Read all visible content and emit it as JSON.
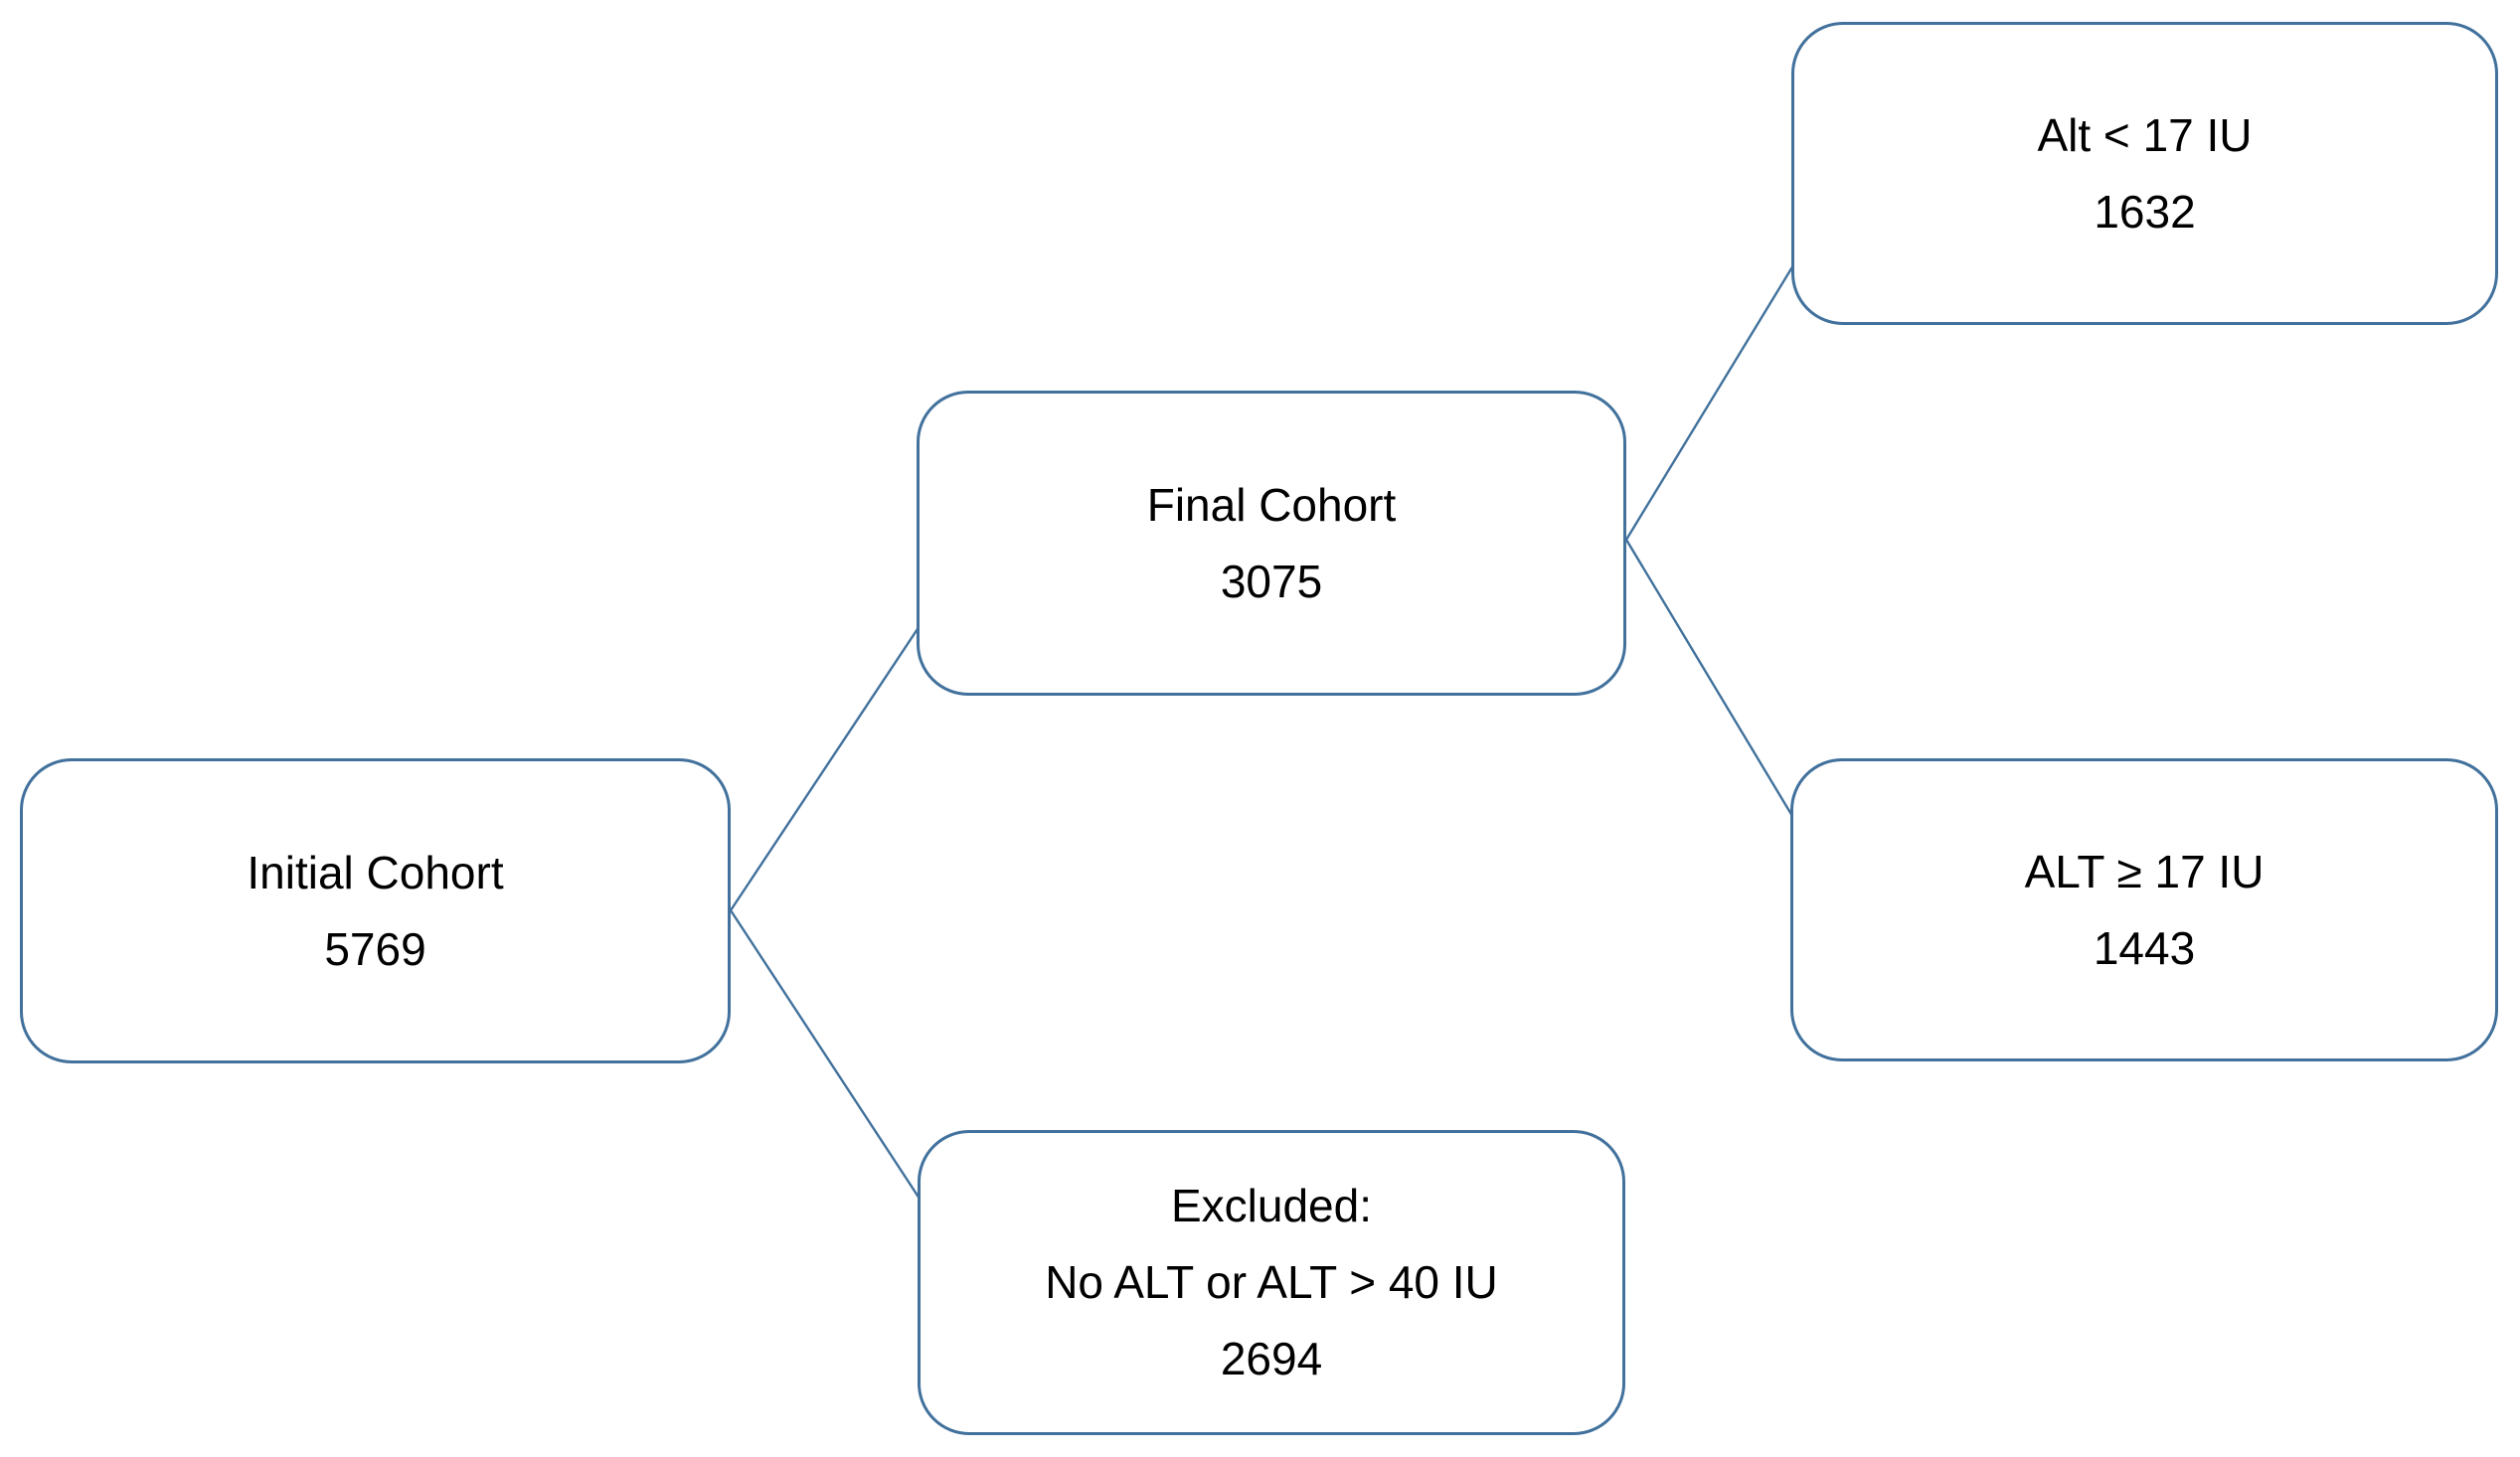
{
  "diagram": {
    "type": "flowchart",
    "background_color": "#ffffff",
    "border_color": "#41719C",
    "text_color": "#000000",
    "nodes": {
      "initial": {
        "label": "Initial Cohort",
        "value": "5769"
      },
      "final": {
        "label": "Final Cohort",
        "value": "3075"
      },
      "excluded": {
        "label": "Excluded:",
        "criteria": "No ALT or ALT > 40 IU",
        "value": "2694"
      },
      "alt_below": {
        "label": "Alt < 17 IU",
        "value": "1632"
      },
      "alt_above": {
        "label": "ALT ≥ 17 IU",
        "value": "1443"
      }
    },
    "edges": [
      {
        "from": "initial",
        "to": "final"
      },
      {
        "from": "initial",
        "to": "excluded"
      },
      {
        "from": "final",
        "to": "alt_below"
      },
      {
        "from": "final",
        "to": "alt_above"
      }
    ]
  }
}
